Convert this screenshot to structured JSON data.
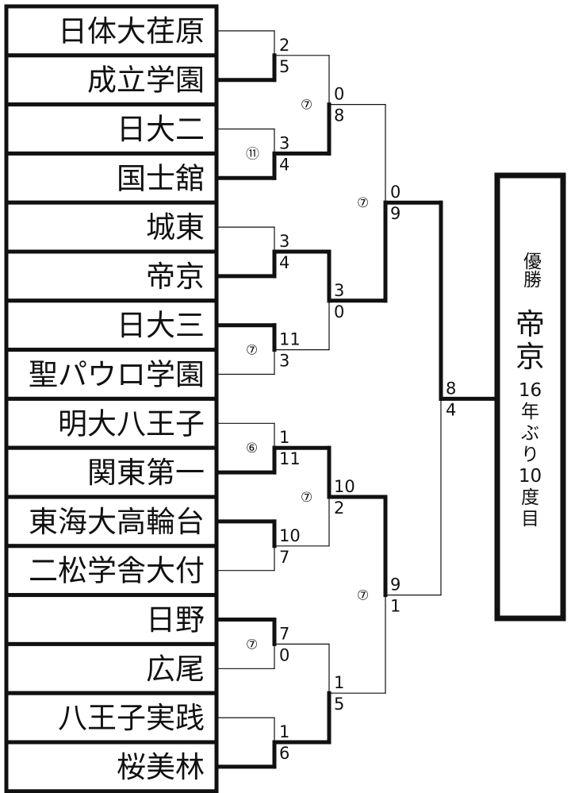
{
  "teams": [
    "日体大荏原",
    "成立学園",
    "日大二",
    "国士舘",
    "城東",
    "帝京",
    "日大三",
    "聖パウロ学園",
    "明大八王子",
    "関東第一",
    "東海大高輪台",
    "二松学舎大付",
    "日野",
    "広尾",
    "八王子実践",
    "桜美林"
  ],
  "round1": [
    {
      "top": "2",
      "bottom": "5",
      "note": ""
    },
    {
      "top": "3",
      "bottom": "4",
      "note": "⑪"
    },
    {
      "top": "3",
      "bottom": "4",
      "note": ""
    },
    {
      "top": "11",
      "bottom": "3",
      "note": "⑦"
    },
    {
      "top": "1",
      "bottom": "11",
      "note": "⑥"
    },
    {
      "top": "10",
      "bottom": "7",
      "note": ""
    },
    {
      "top": "7",
      "bottom": "0",
      "note": "⑦"
    },
    {
      "top": "1",
      "bottom": "6",
      "note": ""
    }
  ],
  "quarterfinals": [
    {
      "top": "0",
      "bottom": "8",
      "note": "⑦"
    },
    {
      "top": "3",
      "bottom": "0",
      "note": ""
    },
    {
      "top": "10",
      "bottom": "2",
      "note": "⑦"
    },
    {
      "top": "1",
      "bottom": "5",
      "note": ""
    }
  ],
  "semifinals": [
    {
      "top": "0",
      "bottom": "9",
      "note": "⑦"
    },
    {
      "top": "9",
      "bottom": "1",
      "note": "⑦"
    }
  ],
  "final": {
    "top": "8",
    "bottom": "4"
  },
  "champion": {
    "header": "優勝",
    "name_1": "帝",
    "name_2": "京",
    "note": [
      "16",
      "年",
      "ぶ",
      "り",
      "10",
      "度",
      "目"
    ]
  },
  "winners": {
    "round1": [
      "bottom",
      "bottom",
      "bottom",
      "top",
      "bottom",
      "top",
      "top",
      "bottom"
    ],
    "quarterfinals": [
      "bottom",
      "top",
      "top",
      "bottom"
    ],
    "semifinals": [
      "bottom",
      "top"
    ],
    "final": "top"
  },
  "colors": {
    "line": "#111111",
    "background": "#ffffff"
  }
}
